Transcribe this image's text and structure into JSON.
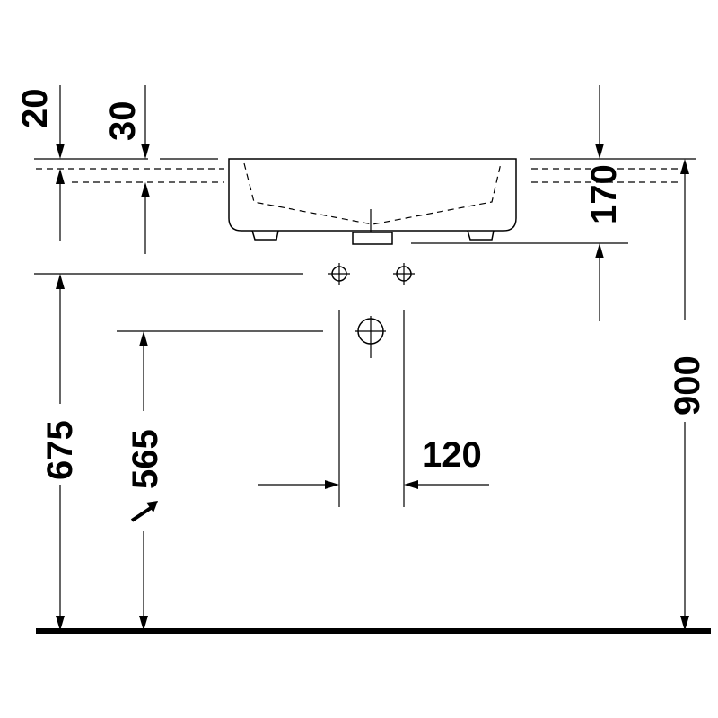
{
  "diagram": {
    "dimensions": {
      "d20": "20",
      "d30": "30",
      "d170": "170",
      "d900": "900",
      "d675": "675",
      "d565": "565",
      "d120": "120"
    },
    "colors": {
      "line": "#000000",
      "background": "#ffffff"
    }
  }
}
